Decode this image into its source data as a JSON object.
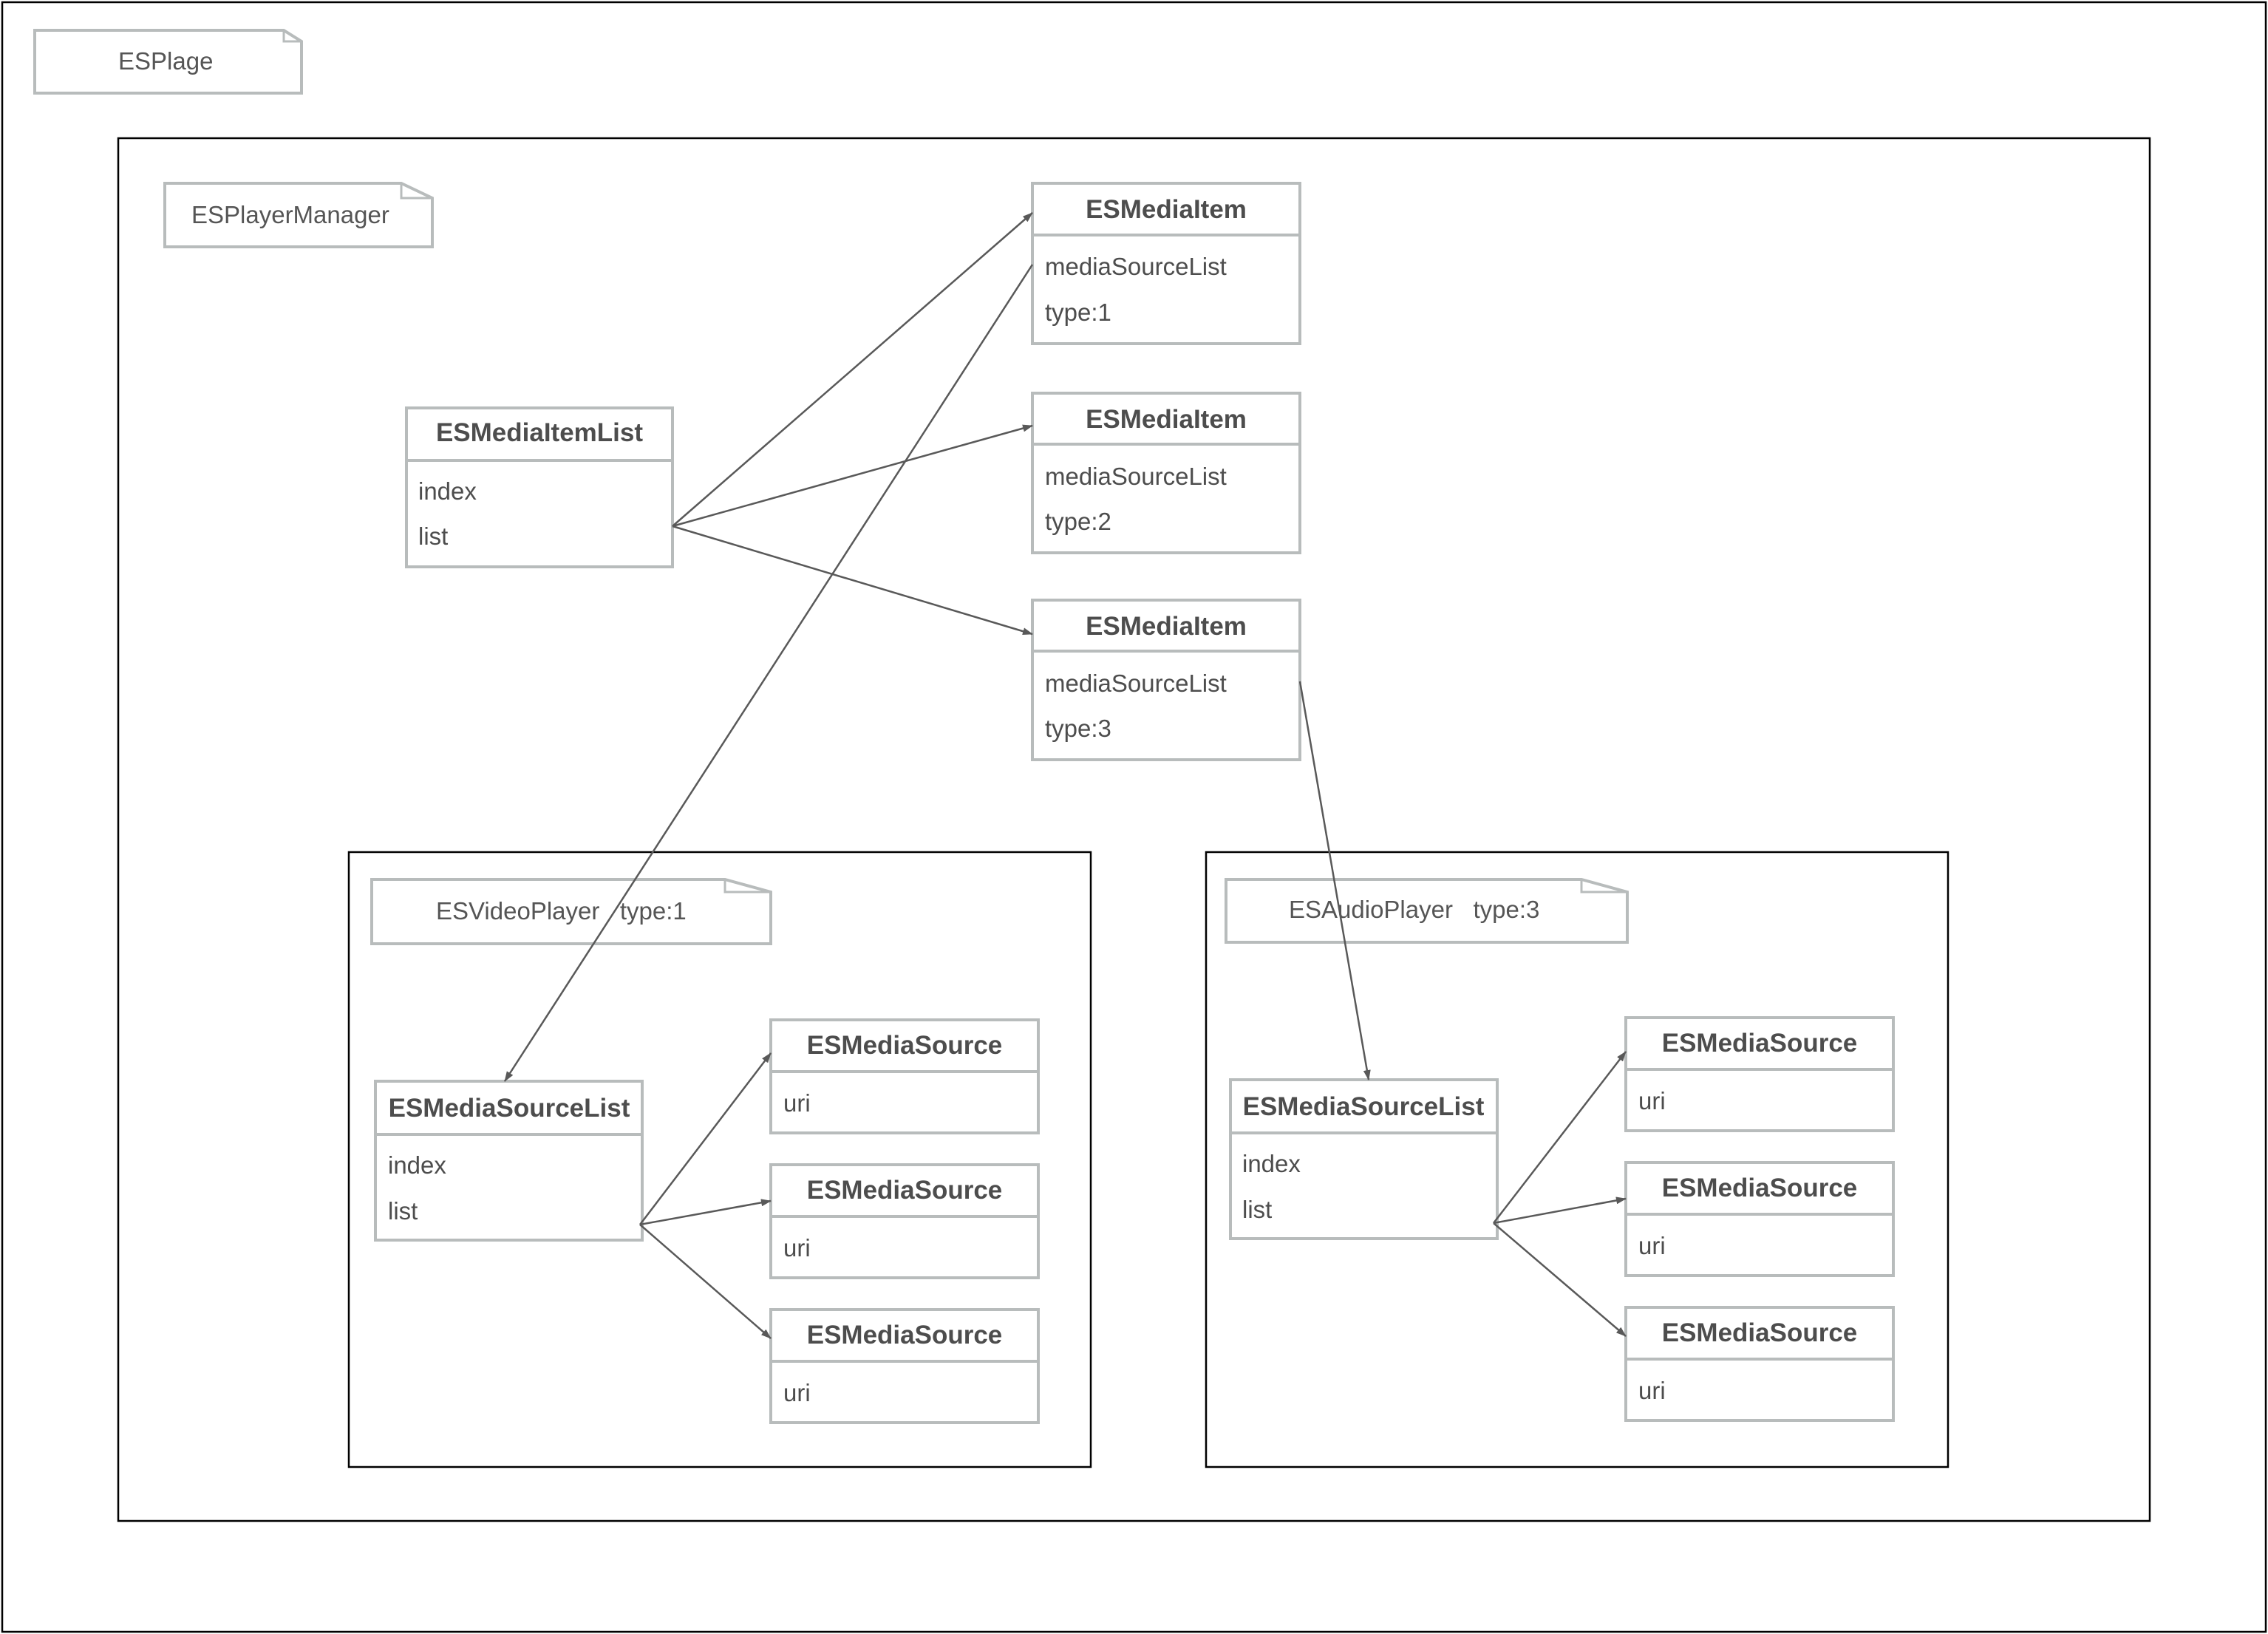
{
  "packages": {
    "page": "ESPlage",
    "manager": "ESPlayerManager",
    "video_player": "ESVideoPlayer   type:1",
    "audio_player": "ESAudioPlayer   type:3"
  },
  "media_item_list": {
    "title": "ESMediaItemList",
    "attrs": [
      "index",
      "list"
    ]
  },
  "media_items": [
    {
      "title": "ESMediaItem",
      "attrs": [
        "mediaSourceList",
        "type:1"
      ]
    },
    {
      "title": "ESMediaItem",
      "attrs": [
        "mediaSourceList",
        "type:2"
      ]
    },
    {
      "title": "ESMediaItem",
      "attrs": [
        "mediaSourceList",
        "type:3"
      ]
    }
  ],
  "video_source_list": {
    "title": "ESMediaSourceList",
    "attrs": [
      "index",
      "list"
    ]
  },
  "audio_source_list": {
    "title": "ESMediaSourceList",
    "attrs": [
      "index",
      "list"
    ]
  },
  "video_sources": [
    {
      "title": "ESMediaSource",
      "attrs": [
        "uri"
      ]
    },
    {
      "title": "ESMediaSource",
      "attrs": [
        "uri"
      ]
    },
    {
      "title": "ESMediaSource",
      "attrs": [
        "uri"
      ]
    }
  ],
  "audio_sources": [
    {
      "title": "ESMediaSource",
      "attrs": [
        "uri"
      ]
    },
    {
      "title": "ESMediaSource",
      "attrs": [
        "uri"
      ]
    },
    {
      "title": "ESMediaSource",
      "attrs": [
        "uri"
      ]
    }
  ],
  "colors": {
    "frame": "#000000",
    "box_border": "#b8bcbc",
    "text": "#4d4d4d",
    "arrow": "#595959"
  }
}
